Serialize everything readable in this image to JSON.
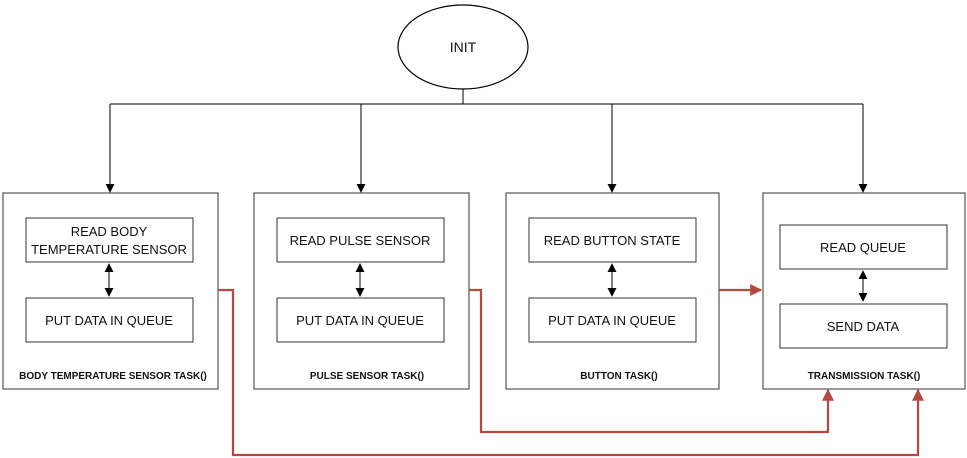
{
  "start_node": {
    "label": "INIT"
  },
  "tasks": [
    {
      "label": "BODY TEMPERATURE SENSOR TASK()",
      "steps": [
        {
          "lines": [
            "READ BODY",
            "TEMPERATURE SENSOR"
          ]
        },
        {
          "lines": [
            "PUT DATA IN QUEUE"
          ]
        }
      ]
    },
    {
      "label": "PULSE SENSOR TASK()",
      "steps": [
        {
          "lines": [
            "READ PULSE SENSOR"
          ]
        },
        {
          "lines": [
            "PUT DATA IN QUEUE"
          ]
        }
      ]
    },
    {
      "label": "BUTTON TASK()",
      "steps": [
        {
          "lines": [
            "READ BUTTON STATE"
          ]
        },
        {
          "lines": [
            "PUT DATA IN QUEUE"
          ]
        }
      ]
    },
    {
      "label": "TRANSMISSION TASK()",
      "steps": [
        {
          "lines": [
            "READ QUEUE"
          ]
        },
        {
          "lines": [
            "SEND DATA"
          ]
        }
      ]
    }
  ],
  "colors": {
    "line": "#000000",
    "data_flow": "#b5483f",
    "box_border": "#333333",
    "background": "#ffffff"
  }
}
